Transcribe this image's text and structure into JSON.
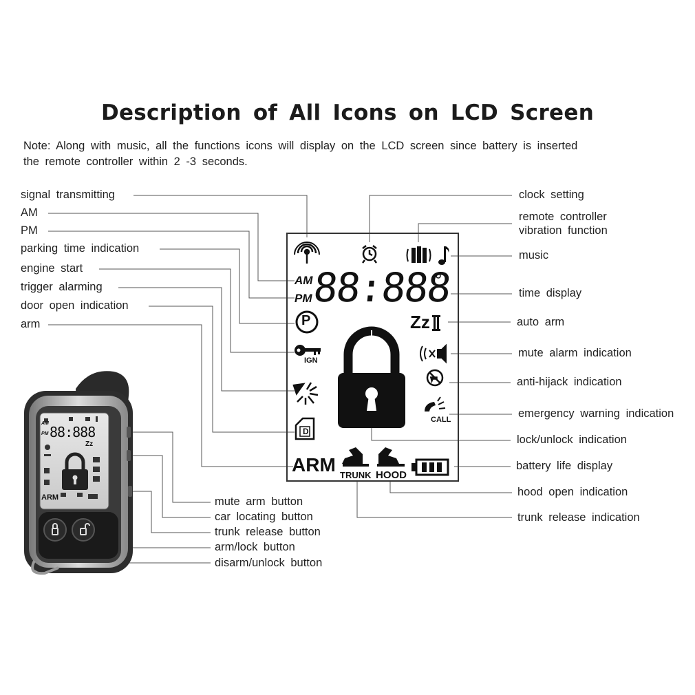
{
  "title": "Description of All Icons on LCD Screen",
  "note": {
    "line1": "Note: Along with music, all the functions icons will display on the LCD screen since battery is inserted",
    "line2": "the remote controller within 2 -3 seconds."
  },
  "left_labels": {
    "signal": "signal transmitting",
    "am": "AM",
    "pm": "PM",
    "parking": "parking time indication",
    "engine": "engine start",
    "trigger": "trigger alarming",
    "door": "door open indication",
    "arm": "arm"
  },
  "right_labels": {
    "clock": "clock setting",
    "vibration_1": "remote controller",
    "vibration_2": "vibration function",
    "music": "music",
    "time": "time display",
    "auto_arm": "auto arm",
    "mute_alarm": "mute alarm indication",
    "anti_hijack": "anti-hijack indication",
    "emergency": "emergency warning indication",
    "lock_unlock": "lock/unlock indication",
    "battery": "battery life display",
    "hood": "hood open indication",
    "trunk": "trunk release indication"
  },
  "buttons": {
    "mute_arm": "mute arm button",
    "car_locating": "car locating button",
    "trunk_release": "trunk release button",
    "arm_lock": "arm/lock button",
    "disarm_unlock": "disarm/unlock button"
  },
  "lcd": {
    "am": "AM",
    "pm": "PM",
    "digits": "88:888",
    "ign": "IGN",
    "call": "CALL",
    "arm": "ARM",
    "trunk": "TRUNK",
    "hood": "HOOD",
    "zz": "Zz",
    "auto_arm_mark": "II",
    "door_mark": "D",
    "parking_mark": "P"
  },
  "remote_lcd": {
    "digits": "88:888",
    "am": "AM",
    "pm": "PM",
    "arm": "ARM",
    "zz": "Zz"
  },
  "icons": [
    "signal-icon",
    "alarm-clock-icon",
    "vibration-icon",
    "music-note-icon",
    "parking-icon",
    "key-icon",
    "spark-icon",
    "door-icon",
    "padlock-icon",
    "sleep-icon",
    "mute-speaker-icon",
    "anti-hijack-icon",
    "phone-icon",
    "trunk-car-icon",
    "hood-car-icon",
    "battery-icon"
  ]
}
